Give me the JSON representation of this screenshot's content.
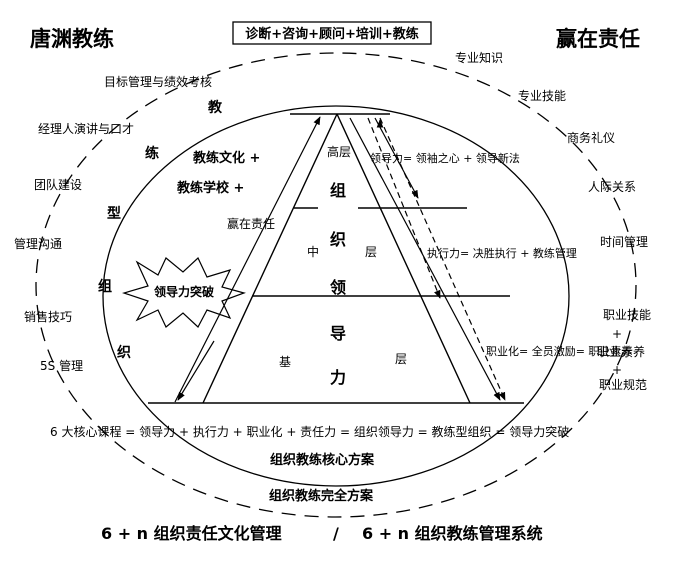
{
  "header": {
    "brand_left": "唐渊教练",
    "brand_right": "赢在责任",
    "services": "诊断+咨询+顾问+培训+教练"
  },
  "left_topics": [
    "目标管理与绩效考核",
    "经理人演讲与口才",
    "团队建设",
    "管理沟通",
    "销售技巧",
    "5S 管理"
  ],
  "right_topics": [
    "专业知识",
    "专业技能",
    "商务礼仪",
    "人际关系",
    "时间管理",
    "职业技能",
    "+",
    "职业素养",
    "+",
    "职业规范"
  ],
  "vertical_title": [
    "教",
    "练",
    "型",
    "组",
    "织"
  ],
  "inner_left": {
    "line1": "教练文化 +",
    "line2": "教练学校 +",
    "win": "赢在责任",
    "burst": "领导力突破"
  },
  "pyramid": {
    "top_layer": "高层",
    "middle_layer_a": "中",
    "middle_layer_b": "层",
    "base_layer_a": "基",
    "base_layer_b": "层",
    "center_title": [
      "组",
      "织",
      "领",
      "导",
      "力"
    ]
  },
  "pyramid_labels": {
    "leadership": "领导力= 领袖之心 + 领导新法",
    "execution": "执行力= 决胜执行 + 教练管理",
    "professional": "职业化= 全员激励= 职业素养"
  },
  "bottom": {
    "formula": "6 大核心课程 = 领导力 + 执行力 + 职业化 + 责任力 = 组织领导力 = 教练型组织 = 领导力突破",
    "core_solution": "组织教练核心方案",
    "complete_solution": "组织教练完全方案",
    "footer_left": "6 + n  组织责任文化管理",
    "footer_sep": "/",
    "footer_right": "6 + n  组织教练管理系统"
  }
}
